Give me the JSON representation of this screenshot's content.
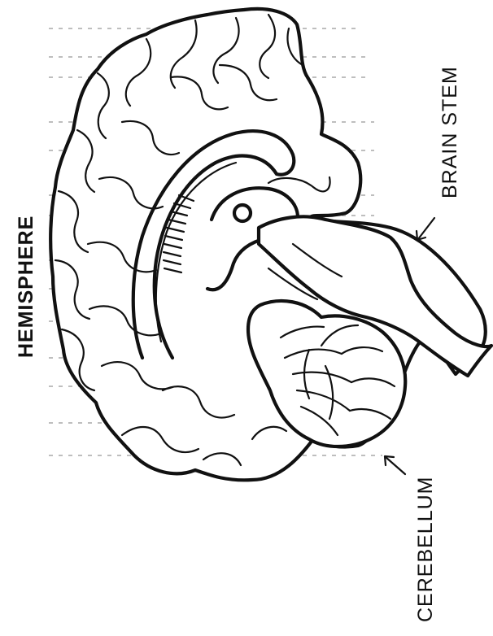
{
  "labels": {
    "hemisphere": "HEMISPHERE",
    "brain_stem": "BRAIN STEM",
    "cerebellum": "CEREBELLUM"
  },
  "colors": {
    "ink": "#111111",
    "background": "#ffffff"
  },
  "icons": {
    "brain_stem_pointer": "arrow-icon",
    "cerebellum_pointer": "arrow-icon"
  }
}
